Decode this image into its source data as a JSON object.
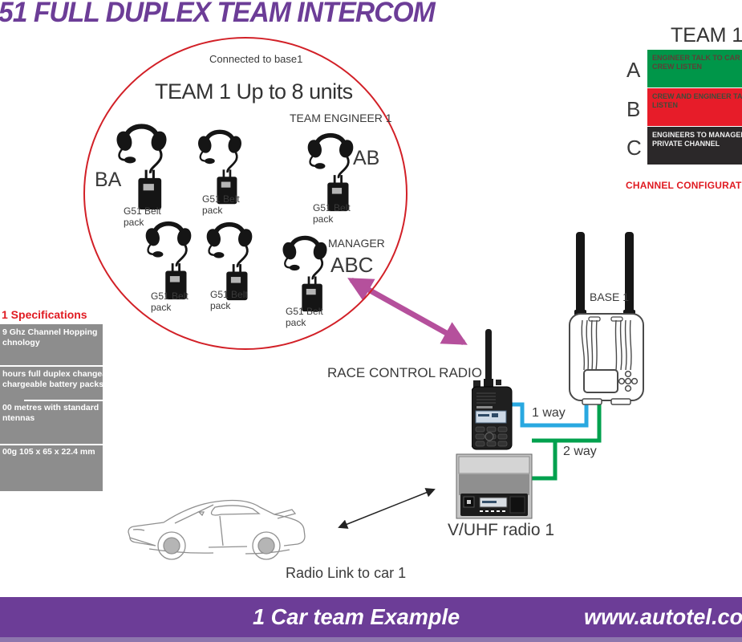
{
  "title": "51 FULL DUPLEX TEAM INTERCOM",
  "team_circle": {
    "connected_note": "Connected to base1",
    "heading": "TEAM 1 Up to 8 units",
    "engineer_role": "TEAM ENGINEER 1",
    "manager_role": "MANAGER",
    "code_ba": "BA",
    "code_ab": "AB",
    "code_abc": "ABC",
    "beltpack_label": "G51 Belt pack"
  },
  "specifications": {
    "heading": "1 Specifications",
    "items": [
      {
        "line1": "9 Ghz Channel Hopping",
        "line2": "chnology"
      },
      {
        "line1": "hours full duplex changeable",
        "line2": "chargeable battery packs"
      },
      {
        "line1": "00 metres with standard",
        "line2": "ntennas"
      },
      {
        "line1": "00g 105 x 65 x 22.4 mm",
        "line2": ""
      }
    ]
  },
  "channel_panel": {
    "title": "TEAM 1",
    "rows": [
      {
        "label": "A",
        "line1": "ENGINEER TALK TO CAR",
        "line2": "CREW LISTEN"
      },
      {
        "label": "B",
        "line1": "CREW AND ENGINEER TALK",
        "line2": "LISTEN"
      },
      {
        "label": "C",
        "line1": "ENGINEERS TO MANAGER",
        "line2": "PRIVATE CHANNEL"
      }
    ],
    "footer": "CHANNEL CONFIGURATION"
  },
  "diagram": {
    "race_control_label": "RACE CONTROL RADIO",
    "base_label": "BASE 1",
    "vuhf_label": "V/UHF radio 1",
    "link_1way": "1 way",
    "link_2way": "2 way",
    "car_link_label": "Radio Link to car 1"
  },
  "footer": {
    "example_label": "1 Car team Example",
    "website": "www.autotel.co.uk"
  },
  "colors": {
    "brand_purple": "#6c3d97",
    "footer_strip_purple": "#8d76ad",
    "accent_red": "#e01b22",
    "circle_red": "#d22027",
    "channel_a_green": "#009649",
    "channel_b_red": "#e71c29",
    "channel_c_black": "#2b2829",
    "spec_panel_gray": "#8d8d8d",
    "link_1way_cyan": "#29a8e0",
    "link_2way_green": "#00a14e",
    "arrow_magenta": "#b5509c"
  }
}
